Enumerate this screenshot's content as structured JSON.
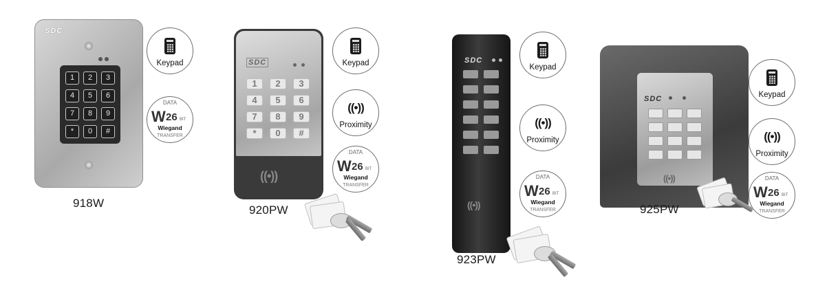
{
  "products": [
    {
      "model": "918W",
      "brand": "SDC",
      "badges": [
        "Keypad"
      ],
      "keys": [
        "1",
        "2",
        "3",
        "4",
        "5",
        "6",
        "7",
        "8",
        "9",
        "*",
        "0",
        "#"
      ]
    },
    {
      "model": "920PW",
      "brand": "SDC",
      "badges": [
        "Keypad",
        "Proximity"
      ],
      "keys": [
        "1",
        "2",
        "3",
        "4",
        "5",
        "6",
        "7",
        "8",
        "9",
        "*",
        "0",
        "#"
      ]
    },
    {
      "model": "923PW",
      "brand": "SDC",
      "badges": [
        "Keypad",
        "Proximity"
      ]
    },
    {
      "model": "925PW",
      "brand": "SDC",
      "badges": [
        "Keypad",
        "Proximity"
      ]
    }
  ],
  "badge_text": {
    "keypad": "Keypad",
    "proximity": "Proximity",
    "proximity_icon": "((•))",
    "wiegand_top": "DATA",
    "wiegand_w": "W",
    "wiegand_num": "26",
    "wiegand_bit": "BIT",
    "wiegand_label": "Wiegand",
    "wiegand_bottom": "TRANSFER"
  },
  "colors": {
    "plate": "#bdbdbd",
    "keypad_dark": "#2a2a2a",
    "hood": "#4a4a4a"
  }
}
